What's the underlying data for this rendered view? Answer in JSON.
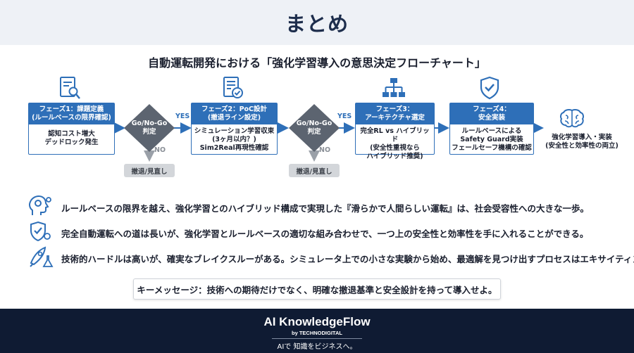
{
  "header": {
    "title": "まとめ"
  },
  "flow": {
    "title": "自動運転開発における「強化学習導入の意思決定フローチャート」",
    "phases": [
      {
        "head": [
          "フェーズ1：課題定義",
          "(ルールベースの限界確認)"
        ],
        "body": [
          "認知コスト増大",
          "デッドロック発生"
        ]
      },
      {
        "head": [
          "フェーズ2：PoC設計",
          "(撤退ライン設定)"
        ],
        "body": [
          "シミュレーション学習収束",
          "(3ヶ月以内？)",
          "Sim2Real再現性確認"
        ]
      },
      {
        "head": [
          "フェーズ3：",
          "アーキテクチャ選定"
        ],
        "body": [
          "完全RL vs ハイブリッド",
          "(安全性重視なら",
          "ハイブリッド推奨)"
        ]
      },
      {
        "head": [
          "フェーズ4：",
          "安全実装"
        ],
        "body": [
          "ルールベースによる",
          "Safety Guard実装",
          "フェールセーフ機構の確認"
        ]
      }
    ],
    "gates": [
      {
        "label": [
          "Go/No-Go",
          "判定"
        ],
        "yes": "YES",
        "no": "NO",
        "reject": "撤退/見直し"
      },
      {
        "label": [
          "Go/No-Go",
          "判定"
        ],
        "yes": "YES",
        "no": "NO",
        "reject": "撤退/見直し"
      }
    ],
    "result": [
      "強化学習導入・実装",
      "(安全性と効率性の両立)"
    ],
    "icons": [
      "document-search-icon",
      "checklist-shield-icon",
      "hierarchy-icon",
      "shield-check-icon",
      "brain-icon"
    ]
  },
  "points": [
    {
      "icon": "head-gear-icon",
      "text": "ルールベースの限界を越え、強化学習とのハイブリッド構成で実現した『滑らかで人間らしい運転』は、社会受容性への大きな一歩。"
    },
    {
      "icon": "shield-gear-icon",
      "text": "完全自動運転への道は長いが、強化学習とルールベースの適切な組み合わせで、一つ上の安全性と効率性を手に入れることができる。"
    },
    {
      "icon": "rocket-flask-icon",
      "text": "技術的ハードルは高いが、確実なブレイクスルーがある。シミュレータ上での小さな実験から始め、最適解を見つけ出すプロセスはエキサイティング。"
    }
  ],
  "key_message": "キーメッセージ：技術への期待だけでなく、明確な撤退基準と安全設計を持って導入せよ。",
  "footer": {
    "brand": "AI KnowledgeFlow",
    "by": "by TECHNODIGITAL",
    "tagline": "AIで 知識をビジネスへ。"
  },
  "colors": {
    "accent": "#2e6fb8",
    "gate": "#5c6470",
    "footer_bg": "#0f1b33",
    "header_bg": "#eef1f6"
  }
}
